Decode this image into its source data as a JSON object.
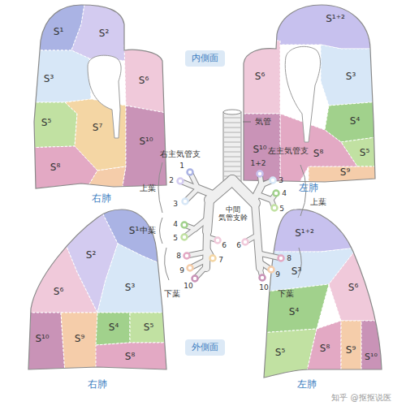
{
  "diagram": {
    "nodes": [
      {
        "text": [
          "内側面"
        ]
      },
      {
        "text": [
          "外側面"
        ]
      }
    ],
    "labels": [
      "S¹",
      "S²",
      "S³",
      "S⁶",
      "S⁵",
      "S⁷",
      "S¹⁰",
      "S⁸",
      "右肺",
      "S¹⁺²",
      "S⁶",
      "S³",
      "S⁴",
      "S¹⁰",
      "S⁸",
      "S⁵",
      "S⁹",
      "左肺",
      "気管",
      "右主気管支",
      "左主気管支",
      "上葉",
      "中葉",
      "下葉",
      "中間 気管支幹",
      "上葉",
      "下葉",
      "1",
      "2",
      "3",
      "4",
      "5",
      "6",
      "7",
      "8",
      "9",
      "10",
      "1+2",
      "3",
      "4",
      "5",
      "6",
      "8",
      "9",
      "10",
      "S¹",
      "S²",
      "S⁶",
      "S³",
      "S¹⁰",
      "S⁹",
      "S⁴",
      "S⁵",
      "S⁸",
      "右肺",
      "S¹⁺²",
      "S³",
      "S⁶",
      "S⁴",
      "S⁵",
      "S⁸",
      "S⁹",
      "S¹⁰",
      "左肺",
      "知乎 @抠抠说医"
    ]
  }
}
